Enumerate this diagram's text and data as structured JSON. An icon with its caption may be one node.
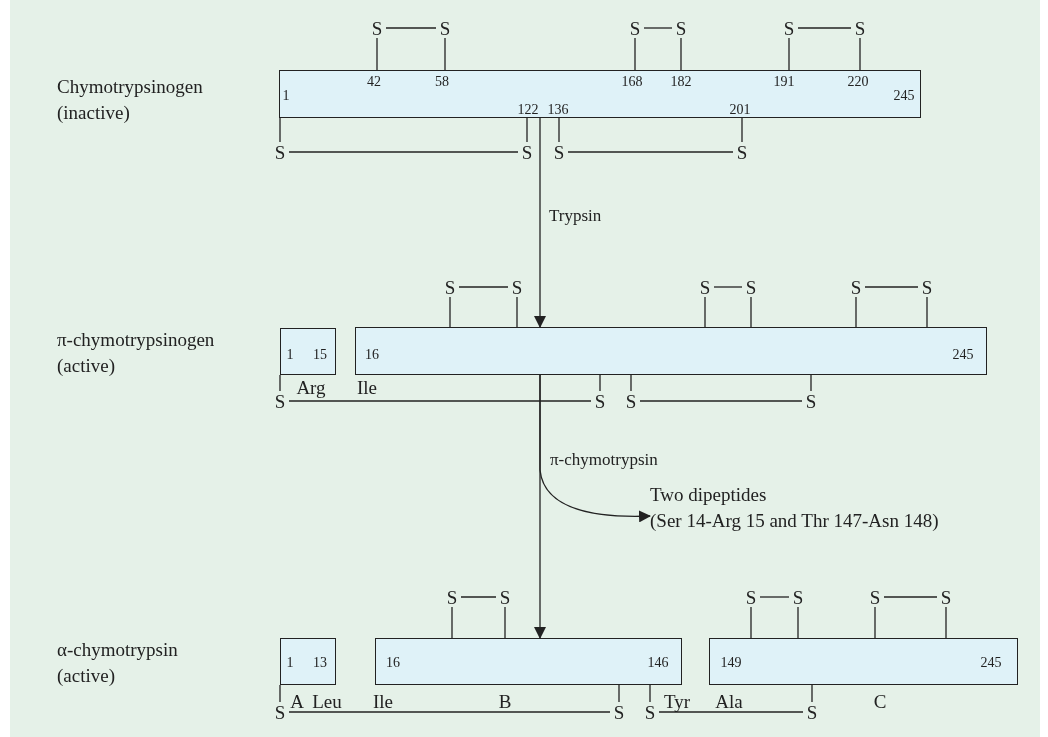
{
  "diagram": {
    "nodes": [
      {
        "text": [
          "1",
          "42",
          "58",
          "168",
          "182",
          "191",
          "220",
          "245",
          "122",
          "136",
          "201"
        ],
        "beside": [
          "Chymotrypsinogen (inactive)"
        ]
      },
      {
        "text": [
          "1",
          "15"
        ],
        "beside": [
          "π-chymotrypsinogen (active)"
        ]
      },
      {
        "text": [
          "16",
          "245"
        ]
      },
      {
        "text": [
          "1",
          "13"
        ],
        "beside": [
          "A"
        ]
      },
      {
        "text": [
          "16",
          "146"
        ],
        "beside": [
          "B"
        ]
      },
      {
        "text": [
          "149",
          "245"
        ],
        "beside": [
          "C"
        ]
      },
      {
        "text": [
          "Two dipeptides (Ser 14-Arg 15 and Thr 147-Asn 148)"
        ]
      },
      {
        "text": [
          "S"
        ]
      },
      {
        "text": [
          "S"
        ]
      },
      {
        "text": [
          "S"
        ]
      },
      {
        "text": [
          "S"
        ]
      },
      {
        "text": [
          "S"
        ]
      },
      {
        "text": [
          "S"
        ]
      },
      {
        "text": [
          "S"
        ]
      },
      {
        "text": [
          "S"
        ]
      },
      {
        "text": [
          "S"
        ]
      },
      {
        "text": [
          "S"
        ]
      },
      {
        "text": [
          "S"
        ]
      },
      {
        "text": [
          "S"
        ]
      },
      {
        "text": [
          "S"
        ]
      },
      {
        "text": [
          "S"
        ]
      },
      {
        "text": [
          "S"
        ]
      },
      {
        "text": [
          "S"
        ]
      },
      {
        "text": [
          "S"
        ]
      },
      {
        "text": [
          "S"
        ]
      },
      {
        "text": [
          "S"
        ]
      },
      {
        "text": [
          "S"
        ]
      },
      {
        "text": [
          "S"
        ]
      },
      {
        "text": [
          "S"
        ]
      },
      {
        "text": [
          "S"
        ]
      },
      {
        "text": [
          "S"
        ]
      },
      {
        "text": [
          "S"
        ]
      },
      {
        "text": [
          "S"
        ]
      },
      {
        "text": [
          "S"
        ]
      },
      {
        "text": [
          "S"
        ]
      },
      {
        "text": [
          "S"
        ]
      },
      {
        "text": [
          "S"
        ]
      }
    ],
    "edges": [
      {
        "from": 0,
        "to": 2,
        "arrow": "to",
        "label": "Trypsin"
      },
      {
        "from": 2,
        "to": 4,
        "arrow": "to",
        "label": "π-chymotrypsin"
      },
      {
        "from": 2,
        "to": 6,
        "arrow": "to"
      },
      {
        "from": 0,
        "to": 7,
        "arrow": "none"
      },
      {
        "from": 0,
        "to": 8,
        "arrow": "none"
      },
      {
        "from": 7,
        "to": 8,
        "arrow": "none"
      },
      {
        "from": 0,
        "to": 9,
        "arrow": "none"
      },
      {
        "from": 0,
        "to": 10,
        "arrow": "none"
      },
      {
        "from": 9,
        "to": 10,
        "arrow": "none"
      },
      {
        "from": 0,
        "to": 11,
        "arrow": "none"
      },
      {
        "from": 0,
        "to": 12,
        "arrow": "none"
      },
      {
        "from": 11,
        "to": 12,
        "arrow": "none"
      },
      {
        "from": 0,
        "to": 13,
        "arrow": "none"
      },
      {
        "from": 0,
        "to": 14,
        "arrow": "none"
      },
      {
        "from": 13,
        "to": 14,
        "arrow": "none"
      },
      {
        "from": 0,
        "to": 15,
        "arrow": "none"
      },
      {
        "from": 0,
        "to": 16,
        "arrow": "none"
      },
      {
        "from": 15,
        "to": 16,
        "arrow": "none"
      },
      {
        "from": 2,
        "to": 17,
        "arrow": "none"
      },
      {
        "from": 2,
        "to": 18,
        "arrow": "none"
      },
      {
        "from": 17,
        "to": 18,
        "arrow": "none"
      },
      {
        "from": 2,
        "to": 19,
        "arrow": "none"
      },
      {
        "from": 2,
        "to": 20,
        "arrow": "none"
      },
      {
        "from": 19,
        "to": 20,
        "arrow": "none"
      },
      {
        "from": 2,
        "to": 21,
        "arrow": "none"
      },
      {
        "from": 2,
        "to": 22,
        "arrow": "none"
      },
      {
        "from": 21,
        "to": 22,
        "arrow": "none"
      },
      {
        "from": 1,
        "to": 23,
        "arrow": "none"
      },
      {
        "from": 2,
        "to": 24,
        "arrow": "none"
      },
      {
        "from": 23,
        "to": 24,
        "arrow": "none"
      },
      {
        "from": 2,
        "to": 25,
        "arrow": "none"
      },
      {
        "from": 2,
        "to": 26,
        "arrow": "none"
      },
      {
        "from": 25,
        "to": 26,
        "arrow": "none"
      },
      {
        "from": 4,
        "to": 27,
        "arrow": "none"
      },
      {
        "from": 4,
        "to": 28,
        "arrow": "none"
      },
      {
        "from": 27,
        "to": 28,
        "arrow": "none"
      },
      {
        "from": 5,
        "to": 29,
        "arrow": "none"
      },
      {
        "from": 5,
        "to": 30,
        "arrow": "none"
      },
      {
        "from": 29,
        "to": 30,
        "arrow": "none"
      },
      {
        "from": 5,
        "to": 31,
        "arrow": "none"
      },
      {
        "from": 5,
        "to": 32,
        "arrow": "none"
      },
      {
        "from": 31,
        "to": 32,
        "arrow": "none"
      },
      {
        "from": 3,
        "to": 33,
        "arrow": "none"
      },
      {
        "from": 4,
        "to": 34,
        "arrow": "none"
      },
      {
        "from": 33,
        "to": 34,
        "arrow": "none"
      },
      {
        "from": 4,
        "to": 35,
        "arrow": "none"
      },
      {
        "from": 5,
        "to": 36,
        "arrow": "none"
      },
      {
        "from": 35,
        "to": 36,
        "arrow": "none"
      }
    ],
    "labels": [
      "Arg",
      "Ile",
      "α-chymotrypsin (active)",
      "Leu",
      "Ile",
      "Tyr",
      "Ala"
    ]
  }
}
